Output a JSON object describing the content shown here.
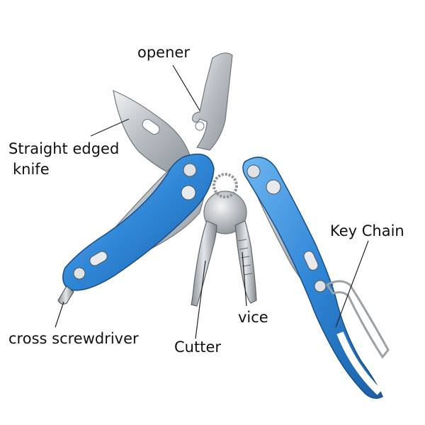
{
  "labels": {
    "opener": "opener",
    "knife_line1": "Straight edged",
    "knife_line2": "knife",
    "key_chain": "Key Chain",
    "vice": "vice",
    "cutter": "Cutter",
    "cross_screwdriver": "cross screwdriver"
  },
  "colors": {
    "handle_blue": "#2f86d6",
    "steel": "#c9cdd1",
    "leader_line": "#222222"
  }
}
